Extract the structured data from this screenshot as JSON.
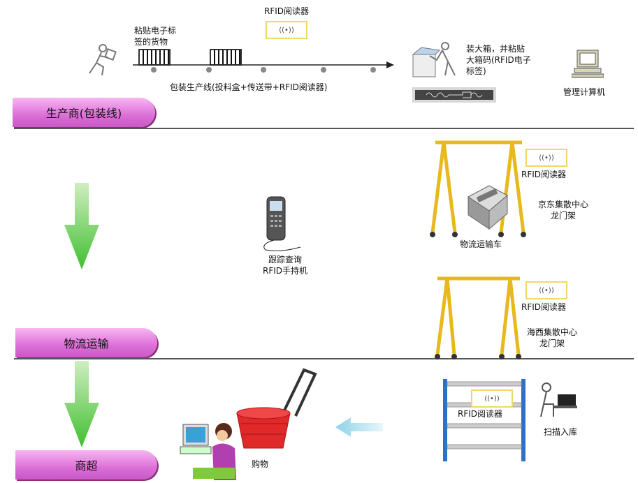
{
  "stages": {
    "producer": "生产商(包装线)",
    "logistics": "物流运输",
    "supermarket": "商超"
  },
  "production": {
    "goods_label": "粘贴电子标签的货物",
    "goods_line1": "粘贴电子标",
    "goods_line2": "签的货物",
    "reader_label": "RFID阅读器",
    "line_label": "包装生产线(投料盒+传送带+RFID阅读器)",
    "packing_line1": "装大箱，并粘贴",
    "packing_line2": "大箱码(RFID电子",
    "packing_line3": "标签)",
    "computer_label": "管理计算机"
  },
  "logistics": {
    "handheld_line1": "跟踪查询",
    "handheld_line2": "RFID手持机",
    "gantry1_reader": "RFID阅读器",
    "gantry1_line1": "京东集散中心",
    "gantry1_line2": "龙门架",
    "truck_label": "物流运输车",
    "gantry2_reader": "RFID阅读器",
    "gantry2_line1": "海西集散中心",
    "gantry2_line2": "龙门架"
  },
  "supermarket": {
    "shelf_reader": "RFID阅读器",
    "storage_label": "扫描入库",
    "shopping_label": "购物"
  },
  "reader_glyph": "((•))"
}
